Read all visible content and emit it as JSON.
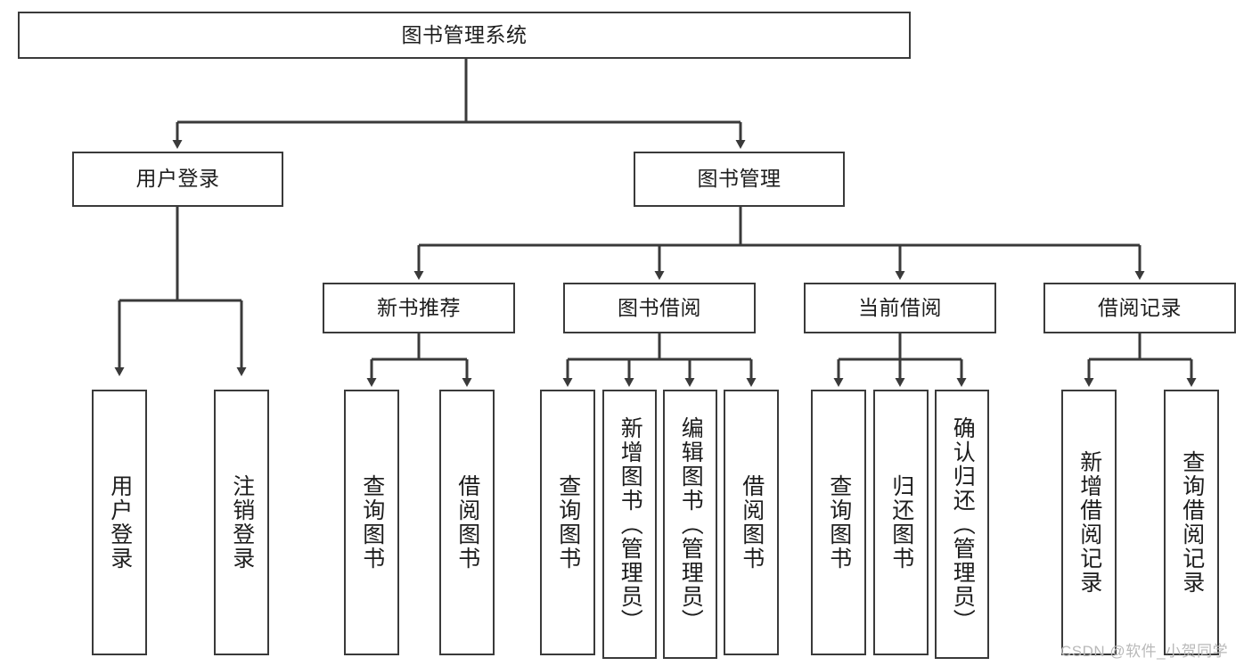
{
  "diagram": {
    "type": "tree-hierarchy",
    "title": "图书管理系统",
    "orientation": "top-down",
    "style": {
      "box_border": "#3a3a3a",
      "box_fill": "#ffffff",
      "connector": "#3a3a3a",
      "text": "#1d1d1d",
      "background": "#ffffff"
    }
  },
  "root": {
    "label": "图书管理系统"
  },
  "level2": [
    {
      "label": "用户登录"
    },
    {
      "label": "图书管理"
    }
  ],
  "level3": [
    {
      "label": "新书推荐"
    },
    {
      "label": "图书借阅"
    },
    {
      "label": "当前借阅"
    },
    {
      "label": "借阅记录"
    }
  ],
  "leaves": {
    "user_login": [
      {
        "label": "用户登录"
      },
      {
        "label": "注销登录"
      }
    ],
    "new_book": [
      {
        "label": "查询图书"
      },
      {
        "label": "借阅图书"
      }
    ],
    "book_borrow": [
      {
        "label": "查询图书"
      },
      {
        "label": "新增图书（管理员）"
      },
      {
        "label": "编辑图书（管理员）"
      },
      {
        "label": "借阅图书"
      }
    ],
    "current_borrow": [
      {
        "label": "查询图书"
      },
      {
        "label": "归还图书"
      },
      {
        "label": "确认归还（管理员）"
      }
    ],
    "borrow_record": [
      {
        "label": "新增借阅记录"
      },
      {
        "label": "查询借阅记录"
      }
    ]
  },
  "watermark": {
    "text": "CSDN @软件_小贺同学"
  }
}
